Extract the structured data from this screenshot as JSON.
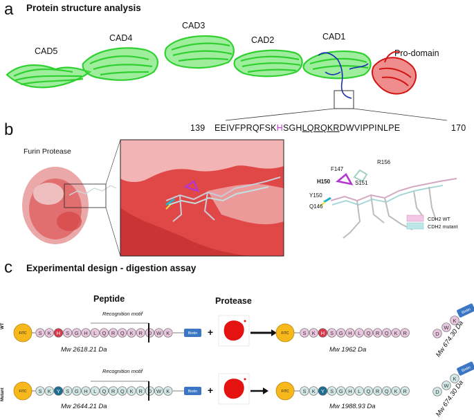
{
  "panel_a": {
    "letter": "a",
    "title": "Protein structure analysis",
    "domains": [
      "CAD5",
      "CAD4",
      "CAD3",
      "CAD2",
      "CAD1",
      "Pro-domain"
    ],
    "sequence": {
      "start": "139",
      "end": "170",
      "pre": "EEIVFPRQFSK",
      "highlight": "H",
      "mid": "SGH",
      "motif": "LQRQKR",
      "post": "DWVIPPINLPE"
    }
  },
  "panel_b": {
    "letter": "b",
    "furin_label": "Furin Protease",
    "residues": [
      "F147",
      "R156",
      "H150",
      "S151",
      "Y150",
      "Q146"
    ],
    "legend": [
      "CDH2 WT",
      "CDH2 mutant"
    ],
    "legend_colors": [
      "#f4c6e6",
      "#bfe7e7"
    ]
  },
  "panel_c": {
    "letter": "c",
    "title": "Experimental design - digestion assay",
    "peptide_header": "Peptide",
    "protease_header": "Protease",
    "row_labels": [
      "WT",
      "Mutant"
    ],
    "motif_label": "Recognition motif",
    "fitc": "FITC",
    "biotin": "Biotin",
    "wt_peptide": [
      "S",
      "K",
      "H",
      "S",
      "G",
      "H",
      "L",
      "Q",
      "R",
      "Q",
      "K",
      "R",
      "D",
      "W",
      "K"
    ],
    "mut_peptide": [
      "S",
      "K",
      "Y",
      "S",
      "G",
      "H",
      "L",
      "Q",
      "R",
      "Q",
      "K",
      "R",
      "D",
      "W",
      "K"
    ],
    "wt_mw": "Mw 2618.21 Da",
    "wt_product_mw": "Mw 1962 Da",
    "wt_fragment_mw": "Mw 674.30 Da",
    "mut_mw": "Mw 2644.21 Da",
    "mut_product_mw": "Mw 1988.93 Da",
    "mut_fragment_mw": "Mw 674.30 Da",
    "colors": {
      "wt_bead": "#e9c6dd",
      "mut_bead": "#d2e8e6",
      "his": "#d9374a",
      "tyr": "#1e6e93",
      "fitc": "#f7b81c",
      "biotin": "#3a76c4"
    }
  }
}
